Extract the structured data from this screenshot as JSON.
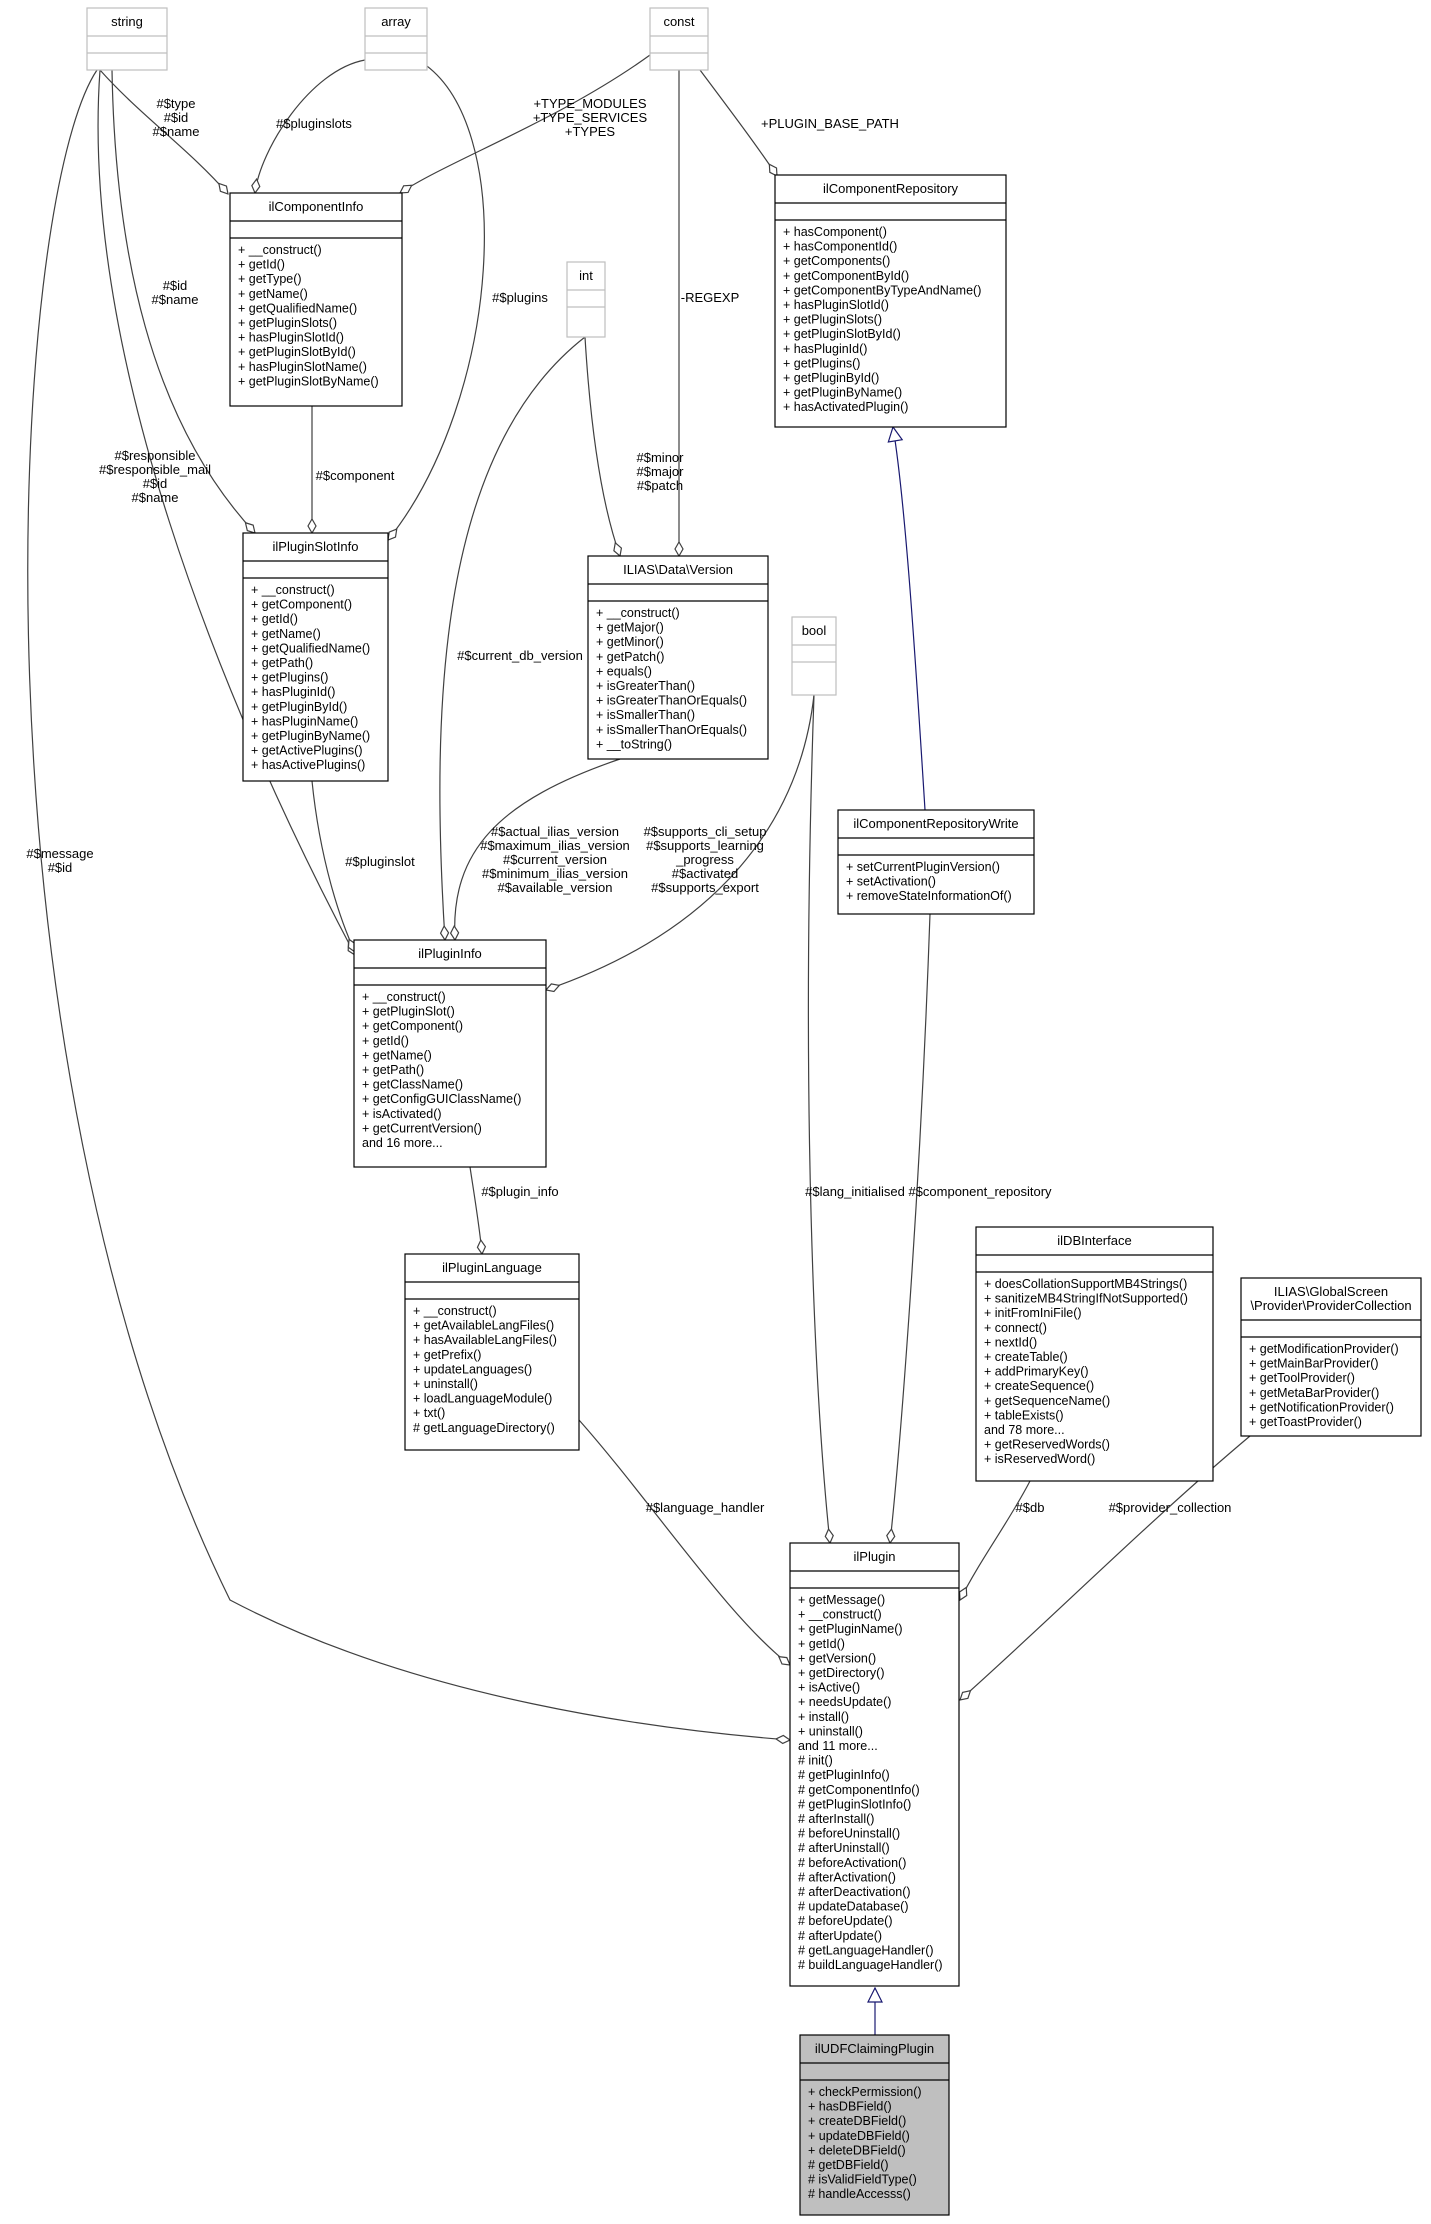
{
  "classes": [
    {
      "id": "string",
      "title": "string",
      "attrs": [],
      "methods": [],
      "primitive": true
    },
    {
      "id": "array",
      "title": "array",
      "attrs": [],
      "methods": [],
      "primitive": true
    },
    {
      "id": "const",
      "title": "const",
      "attrs": [],
      "methods": [],
      "primitive": true
    },
    {
      "id": "int",
      "title": "int",
      "attrs": [],
      "methods": [],
      "primitive": true
    },
    {
      "id": "bool",
      "title": "bool",
      "attrs": [],
      "methods": [],
      "primitive": true
    },
    {
      "id": "ilComponentInfo",
      "title": "ilComponentInfo",
      "attrs": [],
      "methods": [
        "+ __construct()",
        "+ getId()",
        "+ getType()",
        "+ getName()",
        "+ getQualifiedName()",
        "+ getPluginSlots()",
        "+ hasPluginSlotId()",
        "+ getPluginSlotById()",
        "+ hasPluginSlotName()",
        "+ getPluginSlotByName()"
      ]
    },
    {
      "id": "ilComponentRepository",
      "title": "ilComponentRepository",
      "attrs": [],
      "methods": [
        "+ hasComponent()",
        "+ hasComponentId()",
        "+ getComponents()",
        "+ getComponentById()",
        "+ getComponentByTypeAndName()",
        "+ hasPluginSlotId()",
        "+ getPluginSlots()",
        "+ getPluginSlotById()",
        "+ hasPluginId()",
        "+ getPlugins()",
        "+ getPluginById()",
        "+ getPluginByName()",
        "+ hasActivatedPlugin()"
      ]
    },
    {
      "id": "ilPluginSlotInfo",
      "title": "ilPluginSlotInfo",
      "attrs": [],
      "methods": [
        "+ __construct()",
        "+ getComponent()",
        "+ getId()",
        "+ getName()",
        "+ getQualifiedName()",
        "+ getPath()",
        "+ getPlugins()",
        "+ hasPluginId()",
        "+ getPluginById()",
        "+ hasPluginName()",
        "+ getPluginByName()",
        "+ getActivePlugins()",
        "+ hasActivePlugins()"
      ]
    },
    {
      "id": "Version",
      "title": "ILIAS\\Data\\Version",
      "attrs": [],
      "methods": [
        "+ __construct()",
        "+ getMajor()",
        "+ getMinor()",
        "+ getPatch()",
        "+ equals()",
        "+ isGreaterThan()",
        "+ isGreaterThanOrEquals()",
        "+ isSmallerThan()",
        "+ isSmallerThanOrEquals()",
        "+ __toString()"
      ]
    },
    {
      "id": "ilComponentRepositoryWrite",
      "title": "ilComponentRepositoryWrite",
      "attrs": [],
      "methods": [
        "+ setCurrentPluginVersion()",
        "+ setActivation()",
        "+ removeStateInformationOf()"
      ]
    },
    {
      "id": "ilPluginInfo",
      "title": "ilPluginInfo",
      "attrs": [],
      "methods": [
        "+ __construct()",
        "+ getPluginSlot()",
        "+ getComponent()",
        "+ getId()",
        "+ getName()",
        "+ getPath()",
        "+ getClassName()",
        "+ getConfigGUIClassName()",
        "+ isActivated()",
        "+ getCurrentVersion()",
        "and 16 more..."
      ]
    },
    {
      "id": "ilPluginLanguage",
      "title": "ilPluginLanguage",
      "attrs": [],
      "methods": [
        "+ __construct()",
        "+ getAvailableLangFiles()",
        "+ hasAvailableLangFiles()",
        "+ getPrefix()",
        "+ updateLanguages()",
        "+ uninstall()",
        "+ loadLanguageModule()",
        "+ txt()",
        "# getLanguageDirectory()"
      ]
    },
    {
      "id": "ilDBInterface",
      "title": "ilDBInterface",
      "attrs": [],
      "methods": [
        "+ doesCollationSupportMB4Strings()",
        "+ sanitizeMB4StringIfNotSupported()",
        "+ initFromIniFile()",
        "+ connect()",
        "+ nextId()",
        "+ createTable()",
        "+ addPrimaryKey()",
        "+ createSequence()",
        "+ getSequenceName()",
        "+ tableExists()",
        "and 78 more...",
        "+ getReservedWords()",
        "+ isReservedWord()"
      ]
    },
    {
      "id": "ProviderCollection",
      "title": "ILIAS\\GlobalScreen\n\\Provider\\ProviderCollection",
      "attrs": [],
      "methods": [
        "+ getModificationProvider()",
        "+ getMainBarProvider()",
        "+ getToolProvider()",
        "+ getMetaBarProvider()",
        "+ getNotificationProvider()",
        "+ getToastProvider()"
      ]
    },
    {
      "id": "ilPlugin",
      "title": "ilPlugin",
      "attrs": [],
      "methods": [
        "+ getMessage()",
        "+ __construct()",
        "+ getPluginName()",
        "+ getId()",
        "+ getVersion()",
        "+ getDirectory()",
        "+ isActive()",
        "+ needsUpdate()",
        "+ install()",
        "+ uninstall()",
        "and 11 more...",
        "# init()",
        "# getPluginInfo()",
        "# getComponentInfo()",
        "# getPluginSlotInfo()",
        "# afterInstall()",
        "# beforeUninstall()",
        "# afterUninstall()",
        "# beforeActivation()",
        "# afterActivation()",
        "# afterDeactivation()",
        "# updateDatabase()",
        "# beforeUpdate()",
        "# afterUpdate()",
        "# getLanguageHandler()",
        "# buildLanguageHandler()"
      ]
    },
    {
      "id": "ilUDFClaimingPlugin",
      "title": "ilUDFClaimingPlugin",
      "attrs": [],
      "methods": [
        "+ checkPermission()",
        "+ hasDBField()",
        "+ createDBField()",
        "+ updateDBField()",
        "+ deleteDBField()",
        "# getDBField()",
        "# isValidFieldType()",
        "# handleAccesss()"
      ],
      "highlight": true
    }
  ],
  "edges": [
    {
      "id": "e1",
      "from": "string",
      "to": "ilComponentInfo",
      "kind": "composition",
      "label": "#$type\n#$id\n#$name"
    },
    {
      "id": "e2",
      "from": "array",
      "to": "ilComponentInfo",
      "kind": "composition",
      "label": "#$pluginslots"
    },
    {
      "id": "e3",
      "from": "const",
      "to": "ilComponentInfo",
      "kind": "composition",
      "label": "+TYPE_MODULES\n+TYPE_SERVICES\n+TYPES"
    },
    {
      "id": "e4",
      "from": "const",
      "to": "ilComponentRepository",
      "kind": "composition",
      "label": "+PLUGIN_BASE_PATH"
    },
    {
      "id": "e5",
      "from": "string",
      "to": "ilPluginSlotInfo",
      "kind": "composition",
      "label": "#$id\n#$name"
    },
    {
      "id": "e6",
      "from": "array",
      "to": "ilPluginSlotInfo",
      "kind": "composition",
      "label": "#$plugins"
    },
    {
      "id": "e7",
      "from": "ilComponentInfo",
      "to": "ilPluginSlotInfo",
      "kind": "composition",
      "label": "#$component"
    },
    {
      "id": "e8",
      "from": "const",
      "to": "Version",
      "kind": "composition",
      "label": "-REGEXP"
    },
    {
      "id": "e9",
      "from": "int",
      "to": "Version",
      "kind": "composition",
      "label": "#$minor\n#$major\n#$patch"
    },
    {
      "id": "e10",
      "from": "string",
      "to": "ilPluginInfo",
      "kind": "composition",
      "label": "#$responsible\n#$responsible_mail\n#$id\n#$name"
    },
    {
      "id": "e11",
      "from": "int",
      "to": "ilPluginInfo",
      "kind": "composition",
      "label": "#$current_db_version"
    },
    {
      "id": "e12",
      "from": "Version",
      "to": "ilPluginInfo",
      "kind": "composition",
      "label": "#$actual_ilias_version\n#$maximum_ilias_version\n#$current_version\n#$minimum_ilias_version\n#$available_version"
    },
    {
      "id": "e13",
      "from": "bool",
      "to": "ilPluginInfo",
      "kind": "composition",
      "label": "#$supports_cli_setup\n#$supports_learning\n_progress\n#$activated\n#$supports_export"
    },
    {
      "id": "e14",
      "from": "ilPluginSlotInfo",
      "to": "ilPluginInfo",
      "kind": "composition",
      "label": "#$pluginslot"
    },
    {
      "id": "e15",
      "from": "ilComponentRepository",
      "to": "ilComponentRepositoryWrite",
      "kind": "inheritance",
      "label": ""
    },
    {
      "id": "e16",
      "from": "ilPluginInfo",
      "to": "ilPluginLanguage",
      "kind": "composition",
      "label": "#$plugin_info"
    },
    {
      "id": "e17",
      "from": "string",
      "to": "ilPlugin",
      "kind": "composition",
      "label": "#$message\n#$id"
    },
    {
      "id": "e18",
      "from": "bool",
      "to": "ilPlugin",
      "kind": "composition",
      "label": "#$lang_initialised"
    },
    {
      "id": "e19",
      "from": "ilComponentRepositoryWrite",
      "to": "ilPlugin",
      "kind": "composition",
      "label": "#$component_repository"
    },
    {
      "id": "e20",
      "from": "ilPluginLanguage",
      "to": "ilPlugin",
      "kind": "composition",
      "label": "#$language_handler"
    },
    {
      "id": "e21",
      "from": "ilDBInterface",
      "to": "ilPlugin",
      "kind": "composition",
      "label": "#$db"
    },
    {
      "id": "e22",
      "from": "ProviderCollection",
      "to": "ilPlugin",
      "kind": "composition",
      "label": "#$provider_collection"
    },
    {
      "id": "e23",
      "from": "ilPlugin",
      "to": "ilUDFClaimingPlugin",
      "kind": "inheritance",
      "label": ""
    }
  ],
  "colors": {
    "line": "#404040",
    "inherit": "#191970",
    "primitive": "#bfbfbf",
    "highlight": "#bfbfbf",
    "box": "#000000"
  }
}
